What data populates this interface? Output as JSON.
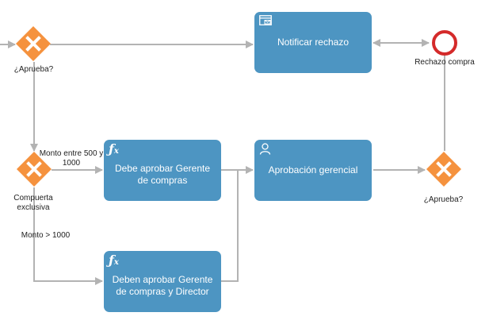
{
  "tasks": {
    "notify": {
      "label": "Notificar rechazo",
      "icon": "message-icon"
    },
    "purchase_manager": {
      "label": "Debe aprobar Gerente de compras",
      "icon": "script-icon"
    },
    "manager_approval": {
      "label": "Aprobación gerencial",
      "icon": "user-icon"
    },
    "manager_director": {
      "label": "Deben aprobar Gerente de compras y Director",
      "icon": "script-icon"
    }
  },
  "gateways": {
    "approve_top": {
      "label": "¿Aprueba?"
    },
    "exclusive": {
      "label": "Compuerta exclusiva"
    },
    "approve_right": {
      "label": "¿Aprueba?"
    }
  },
  "events": {
    "reject_end": {
      "label": "Rechazo compra"
    }
  },
  "flows": {
    "between_500_1000": "Monto entre 500 y 1000",
    "over_1000": "Monto > 1000"
  },
  "colors": {
    "task_fill": "#4d95c2",
    "gateway_fill": "#f5923e",
    "end_event_stroke": "#d42a2a",
    "connector": "#b3b3b3"
  }
}
